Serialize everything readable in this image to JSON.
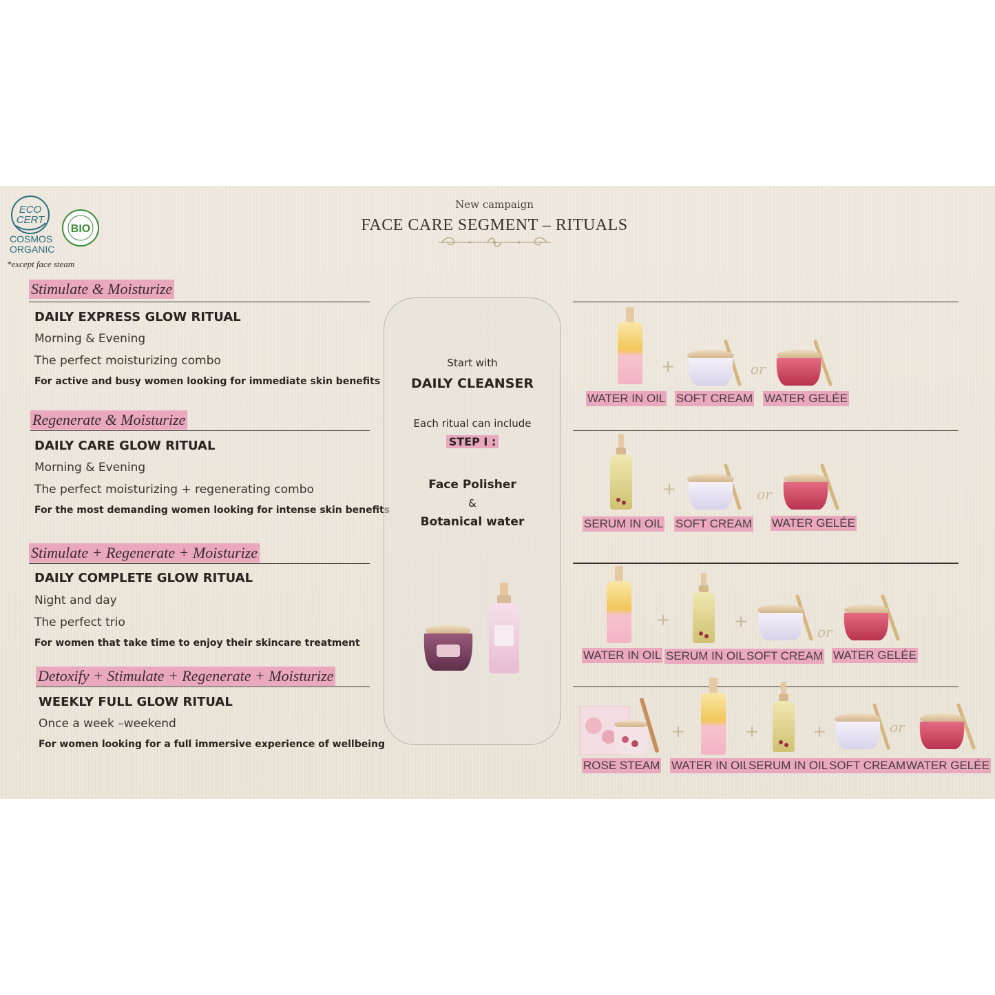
{
  "header": {
    "subtitle": "New campaign",
    "title": "FACE CARE SEGMENT – RITUALS"
  },
  "logos": {
    "ecocert_text": "ECO CERT",
    "cosmos_line1": "COSMOS",
    "cosmos_line2": "ORGANIC",
    "bio_text": "BIO",
    "except_note": "*except face steam"
  },
  "rituals": [
    {
      "tag": "Stimulate  & Moisturize",
      "name": "DAILY EXPRESS GLOW RITUAL",
      "line1": "Morning & Evening",
      "line2": "The perfect moisturizing combo",
      "line3": "For active and busy women looking for immediate skin benefits"
    },
    {
      "tag": "Regenerate & Moisturize",
      "name": "DAILY CARE GLOW RITUAL",
      "line1": "Morning & Evening",
      "line2": "The perfect moisturizing + regenerating combo",
      "line3": "For the most demanding women looking for intense skin benefits"
    },
    {
      "tag": "Stimulate + Regenerate + Moisturize",
      "name": "DAILY COMPLETE GLOW RITUAL",
      "line1": "Night and day",
      "line2": "The perfect trio",
      "line3": "For women that take time to enjoy their skincare treatment"
    },
    {
      "tag": "Detoxify + Stimulate + Regenerate + Moisturize",
      "name": "WEEKLY FULL  GLOW RITUAL",
      "line1": "Once a week –weekend",
      "line3": "For women looking for a full immersive experience of wellbeing"
    }
  ],
  "center": {
    "start_with": "Start with",
    "daily_cleanser": "DAILY CLEANSER",
    "each_ritual": "Each ritual can include",
    "step": "STEP I :",
    "face_polisher": "Face Polisher",
    "amp": "&",
    "botanical_water": "Botanical water"
  },
  "rows": [
    {
      "labels": [
        "WATER IN OIL",
        "SOFT CREAM",
        "WATER GELÉE"
      ],
      "plus": "+",
      "or": "or"
    },
    {
      "labels": [
        "SERUM IN OIL",
        "SOFT CREAM",
        "WATER GELÉE"
      ],
      "plus": "+",
      "or": "or"
    },
    {
      "labels": [
        "WATER IN OIL",
        "SERUM IN OIL",
        "SOFT CREAM",
        "WATER GELÉE"
      ],
      "plus": "+",
      "or": "or"
    },
    {
      "labels": [
        "ROSE STEAM",
        "WATER IN OIL",
        "SERUM IN OIL",
        "SOFT CREAM",
        "WATER GELÉE"
      ],
      "plus": "+",
      "or": "or"
    }
  ],
  "colors": {
    "highlight": "#e9a8be",
    "background": "#ece6db",
    "accent_gold": "#c9b99a",
    "cosmos_blue": "#2c6e7e",
    "bio_green": "#3a8a3a"
  }
}
